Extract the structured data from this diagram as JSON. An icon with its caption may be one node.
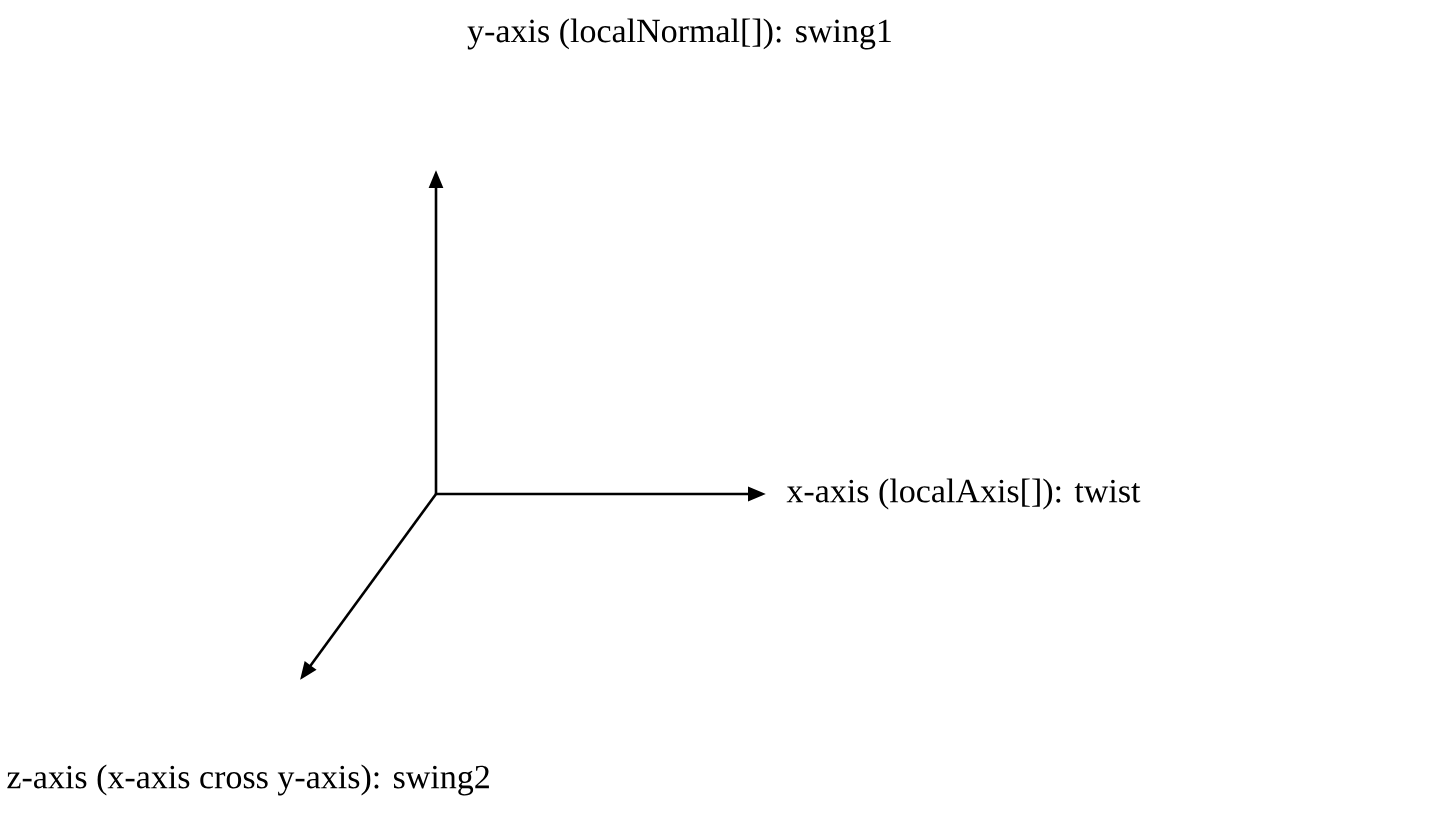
{
  "diagram": {
    "labels": [
      "y-axis  (localNormal[]): swing1",
      "x-axis (localAxis[]): twist",
      "z-axis (x-axis cross y-axis): swing2"
    ]
  }
}
